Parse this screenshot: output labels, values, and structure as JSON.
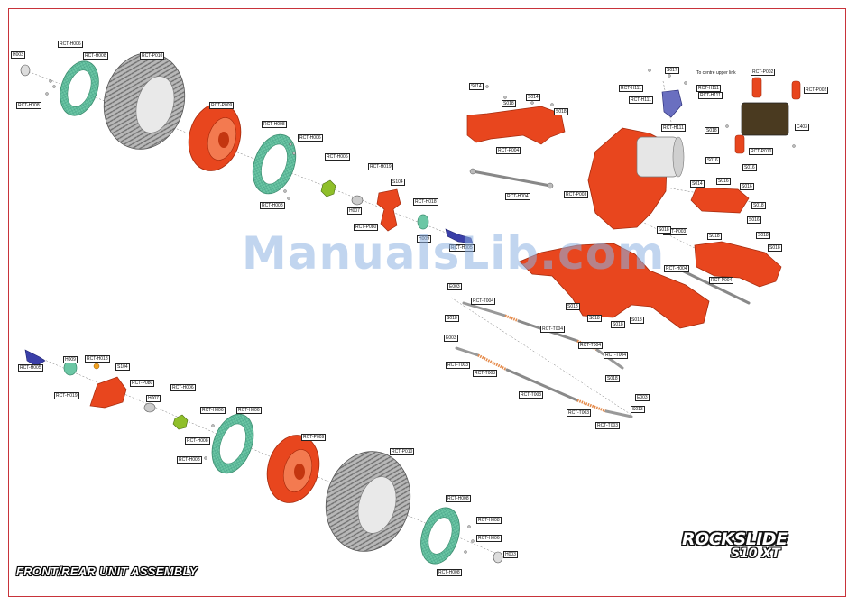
{
  "title": "FRONT/REAR UNIT ASSEMBLY",
  "watermark": "ManualsLib.com",
  "logo": {
    "line1": "ROCKSLIDE",
    "line2": "S10 XT"
  },
  "note": "To centre upper link",
  "colors": {
    "frame": "#c8333a",
    "red_part": "#e8461e",
    "green_part": "#6cc7a5",
    "blue_part": "#3a3fa8",
    "tire": "#aaaaaa",
    "lime_part": "#8fbf2a"
  },
  "labels": [
    "H003",
    "RCT-H006",
    "RCT-H008",
    "RCT-P010",
    "RCT-H008",
    "RCT-P009",
    "RCT-H008",
    "RCT-H006",
    "RCT-H006",
    "RCT-H008",
    "RCT-H019",
    "H007",
    "RCT-P080",
    "S104",
    "RCT-H018",
    "H009",
    "RCT-H005",
    "S014",
    "S018",
    "S014",
    "S018",
    "RCT-P004",
    "RCT-H004",
    "S017",
    "RCT-H111",
    "RCT-H111",
    "RCT-H111",
    "RCT-H111",
    "RCT-H111",
    "RCT-P002",
    "RCT-P002",
    "C403",
    "S018",
    "S016",
    "RCT-P010",
    "S016",
    "S014",
    "RCT-P003",
    "S016",
    "S016",
    "S018",
    "S016",
    "RCT-P003",
    "S018",
    "S018",
    "S018",
    "S018",
    "RCT-H004",
    "RCT-P004",
    "E003",
    "RCT-T004",
    "S018",
    "RCT-T004",
    "RCT-T004",
    "RCT-T004",
    "S018",
    "S018",
    "S018",
    "S018",
    "S018",
    "E003",
    "RCT-T003",
    "RCT-T003",
    "RCT-T003",
    "RCT-T003",
    "RCT-T003",
    "S013",
    "E003",
    "RCT-H005",
    "H009",
    "RCT-H018",
    "S104",
    "RCT-H019",
    "RCT-P080",
    "H007",
    "RCT-H006",
    "RCT-H008",
    "RCT-H006",
    "RCT-H006",
    "RCT-H008",
    "RCT-P009",
    "RCT-P010",
    "RCT-H008",
    "RCT-H008",
    "RCT-H006",
    "RCT-H008",
    "H003"
  ]
}
